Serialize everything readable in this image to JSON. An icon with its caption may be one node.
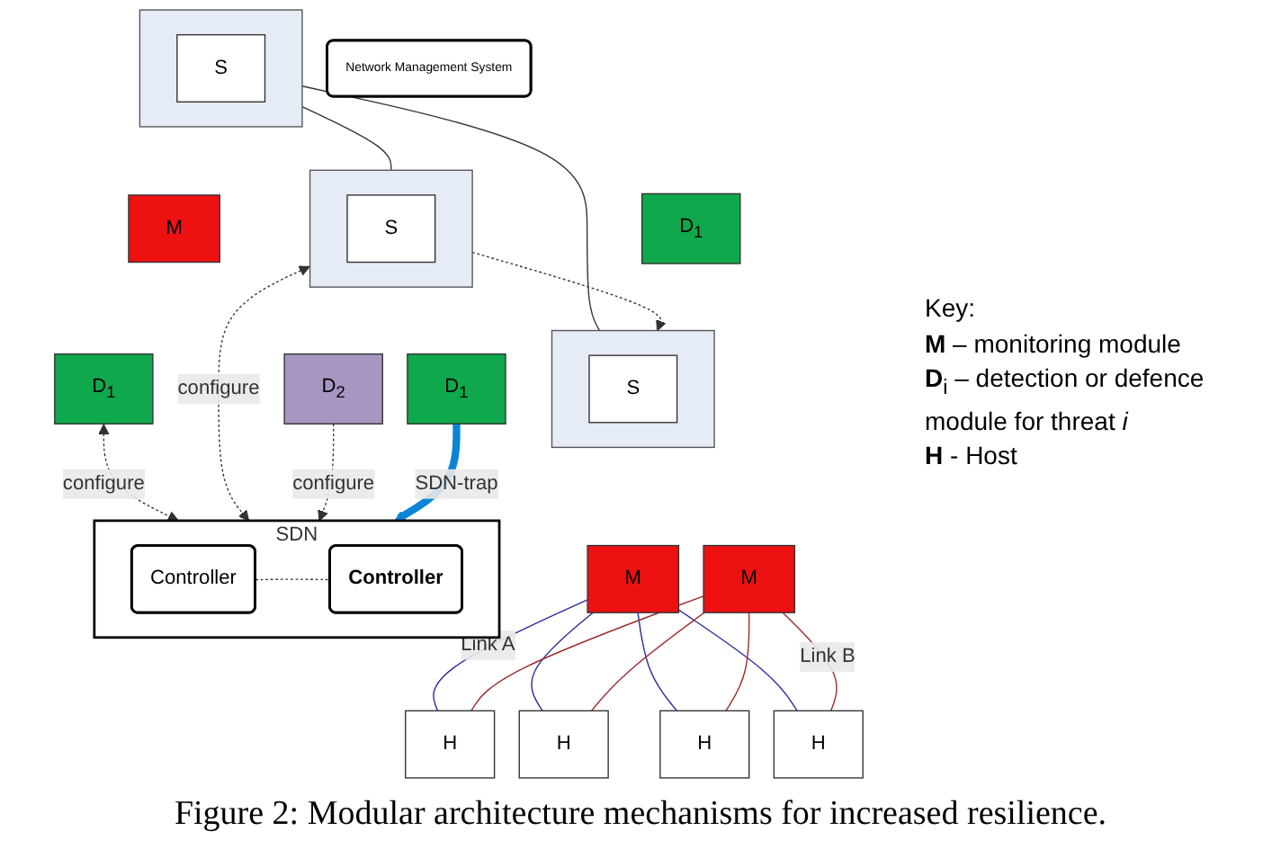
{
  "diagram": {
    "caption": "Figure 2: Modular architecture mechanisms for increased resilience.",
    "nodes": [
      {
        "text": [],
        "shape": "box"
      },
      {
        "text": [
          "S"
        ],
        "in": 0
      },
      {
        "text": [
          "M"
        ]
      },
      {
        "text": [
          "D$_{1}$"
        ]
      },
      {
        "text": [
          "SDN"
        ]
      },
      {
        "text": [
          "Controller"
        ],
        "in": 4
      },
      {
        "text": [
          "Controller"
        ],
        "in": 4
      },
      {
        "text": [
          "Network Management System"
        ]
      },
      {
        "text": [],
        "shape": "box"
      },
      {
        "text": [
          "S"
        ],
        "in": 8
      },
      {
        "text": [
          "M"
        ]
      },
      {
        "text": [
          "D$_{1}$"
        ]
      },
      {
        "text": [],
        "shape": "box"
      },
      {
        "text": [
          "S"
        ],
        "in": 12
      },
      {
        "text": [
          "M"
        ]
      },
      {
        "text": [
          "D$_{1}$"
        ]
      },
      {
        "text": [
          "D$_{2}$"
        ]
      },
      {
        "text": [
          "H"
        ]
      },
      {
        "text": [
          "H"
        ]
      },
      {
        "text": [
          "H"
        ]
      },
      {
        "text": [
          "H"
        ]
      }
    ],
    "edges": [
      {
        "from": 3,
        "to": 4,
        "arrow": "both",
        "label": "configure",
        "style": "dashed"
      },
      {
        "from": 5,
        "to": 6,
        "arrow": "none",
        "style": "dashed"
      },
      {
        "from": 0,
        "to": 8,
        "arrow": "none"
      },
      {
        "from": 0,
        "to": 12,
        "arrow": "none"
      },
      {
        "from": 12,
        "to": 4,
        "arrow": "both",
        "label": "configure",
        "style": "dashed"
      },
      {
        "from": 16,
        "to": 4,
        "arrow": "to",
        "label": "configure",
        "style": "dashed"
      },
      {
        "from": 12,
        "to": 8,
        "arrow": "to",
        "style": "dashed"
      },
      {
        "from": 15,
        "to": 4,
        "arrow": "to",
        "label": "SDN-trap",
        "style": "thick",
        "color": "#0a84d6"
      },
      {
        "from": 10,
        "to": 17,
        "arrow": "none",
        "label": "Link A",
        "color": "#2a2a9c"
      },
      {
        "from": 10,
        "to": 18,
        "arrow": "none",
        "color": "#2a2a9c"
      },
      {
        "from": 10,
        "to": 19,
        "arrow": "none",
        "color": "#2a2a9c"
      },
      {
        "from": 10,
        "to": 20,
        "arrow": "none",
        "color": "#2a2a9c"
      },
      {
        "from": 14,
        "to": 17,
        "arrow": "none",
        "color": "#9c2a2a"
      },
      {
        "from": 14,
        "to": 18,
        "arrow": "none",
        "color": "#9c2a2a"
      },
      {
        "from": 14,
        "to": 19,
        "arrow": "none",
        "color": "#9c2a2a"
      },
      {
        "from": 14,
        "to": 20,
        "arrow": "none",
        "label": "Link B",
        "color": "#9c2a2a"
      }
    ],
    "labels": [
      "Key:",
      "**M** – monitoring module",
      "**D**$_{i}$ – detection or defence module for threat *i*",
      "**H** - Host"
    ]
  }
}
